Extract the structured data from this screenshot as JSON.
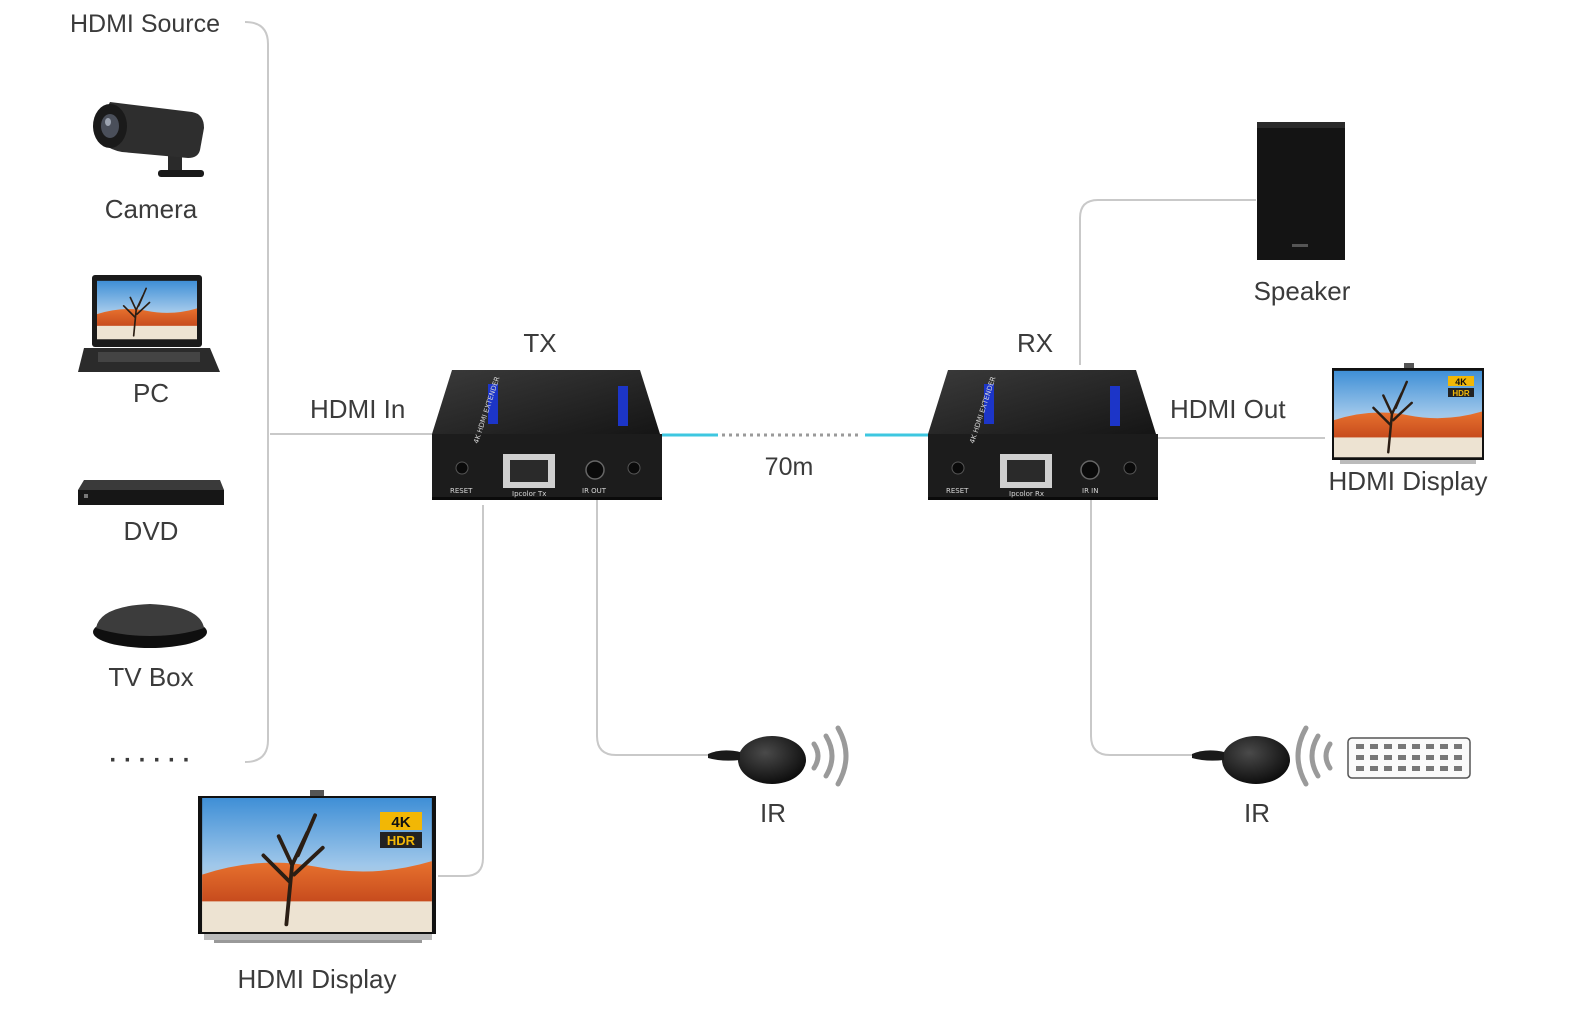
{
  "diagram": {
    "labels": {
      "hdmi_source": "HDMI Source",
      "camera": "Camera",
      "pc": "PC",
      "dvd": "DVD",
      "tv_box": "TV Box",
      "more": "· · · · · ·",
      "hdmi_in": "HDMI In",
      "tx": "TX",
      "rx": "RX",
      "distance": "70m",
      "hdmi_out": "HDMI Out",
      "speaker": "Speaker",
      "hdmi_display_right": "HDMI Display",
      "hdmi_display_bottom": "HDMI Display",
      "ir_left": "IR",
      "ir_right": "IR"
    },
    "device_text": {
      "extender_model": "4K HDMI EXTENDER",
      "reset": "RESET",
      "ir_out": "IR OUT",
      "ir_in": "IR IN",
      "port_tx": "Ipcolor Tx",
      "port_rx": "Ipcolor Rx",
      "badge_4k": "4K",
      "badge_hdr": "HDR"
    },
    "colors": {
      "cable_accent": "#3ec7e0",
      "connector_line": "#c9c9c9",
      "label_text": "#3b3b3b",
      "device_body": "#1c1c1c",
      "hdr_badge": "#f2b705"
    }
  }
}
